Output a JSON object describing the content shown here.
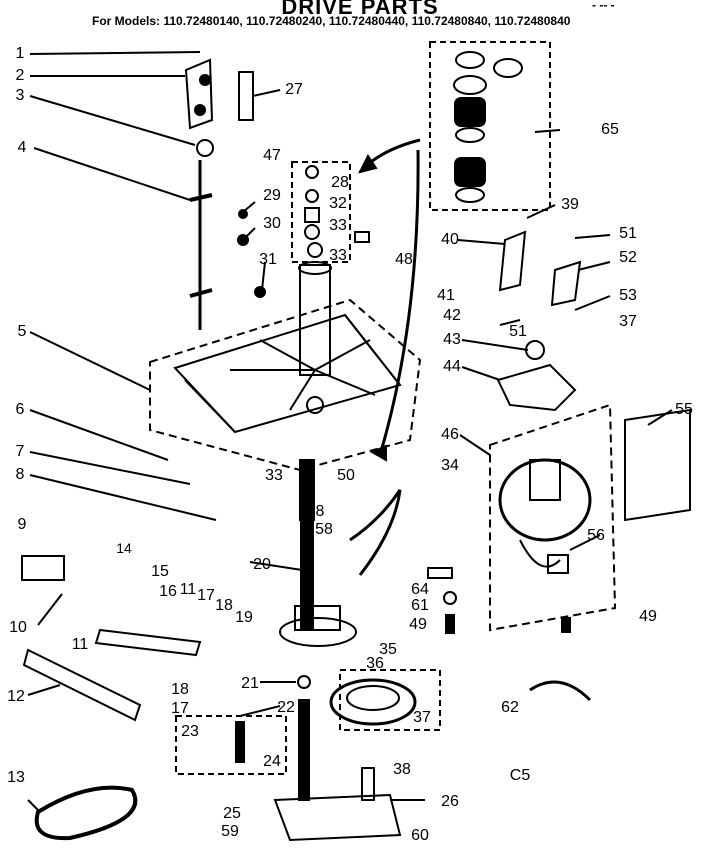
{
  "title": "DRIVE PARTS",
  "subtitle": "For Models: 110.72480140, 110.72480240, 110.72480440, 110.72480840, 110.72480840",
  "header_tail": "- -- -",
  "callouts": [
    "1",
    "2",
    "3",
    "4",
    "5",
    "6",
    "7",
    "8",
    "9",
    "10",
    "11",
    "11",
    "12",
    "13",
    "14",
    "15",
    "16",
    "17",
    "17",
    "18",
    "18",
    "19",
    "20",
    "21",
    "22",
    "23",
    "24",
    "25",
    "26",
    "27",
    "28",
    "29",
    "30",
    "31",
    "32",
    "33",
    "33",
    "33",
    "34",
    "35",
    "36",
    "37",
    "37",
    "38",
    "39",
    "40",
    "41",
    "42",
    "43",
    "44",
    "46",
    "47",
    "48",
    "49",
    "49",
    "50",
    "51",
    "51",
    "52",
    "53",
    "55",
    "56",
    "58",
    "59",
    "60",
    "61",
    "62",
    "64",
    "65",
    "8"
  ],
  "note_c5": "C5"
}
